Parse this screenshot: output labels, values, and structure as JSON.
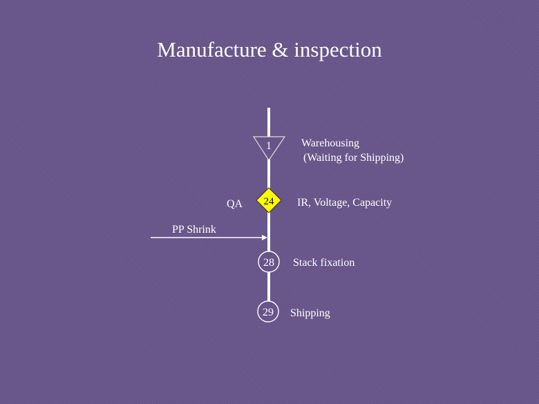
{
  "title": "Manufacture & inspection",
  "steps": {
    "warehousing": {
      "number": "1",
      "label_line1": "Warehousing",
      "label_line2": "(Waiting for Shipping)"
    },
    "qa": {
      "number": "24",
      "side_label": "QA",
      "label": "IR, Voltage, Capacity",
      "fill_color": "#FFFF00"
    },
    "input": {
      "label": "PP Shrink"
    },
    "stack": {
      "number": "28",
      "label": "Stack fixation"
    },
    "shipping": {
      "number": "29",
      "label": "Shipping"
    }
  },
  "colors": {
    "background": "#675589",
    "line": "#ffffff"
  }
}
